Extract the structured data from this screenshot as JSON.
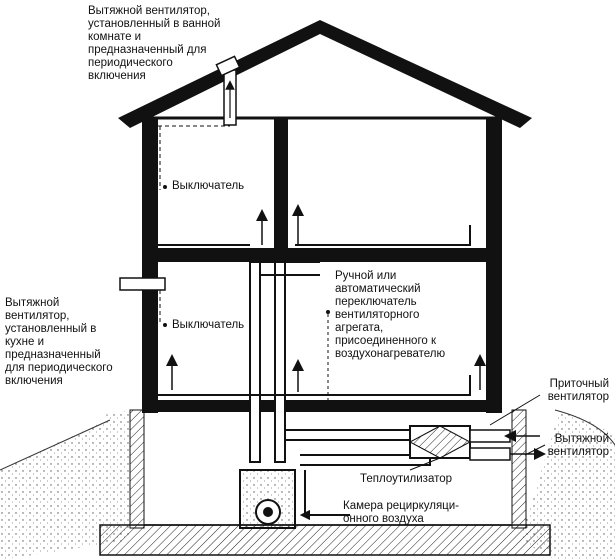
{
  "labels": {
    "roof_fan": "Вытяжной вентилятор,\nустановленный в ванной\nкомнате и\nпредназначенный для\nпериодического\nвключения",
    "switch_upper": "Выключатель",
    "switch_lower": "Выключатель",
    "kitchen_fan": "Вытяжной\nвентилятор,\nустановленный в\nкухне и\nпредназначенный\nдля периодического\nвключения",
    "manual_switch": "Ручной или\nавтоматический\nпереключатель\nвентиляторного\nагрегата,\nприсоединенного к\nвоздухонагревателю",
    "supply_fan": "Приточный\nвентилятор",
    "exhaust_fan": "Вытяжной\nвентилятор",
    "heat_recovery": "Теплоутилизатор",
    "recirc_chamber": "Камера рециркуляци-\nонного воздуха"
  }
}
